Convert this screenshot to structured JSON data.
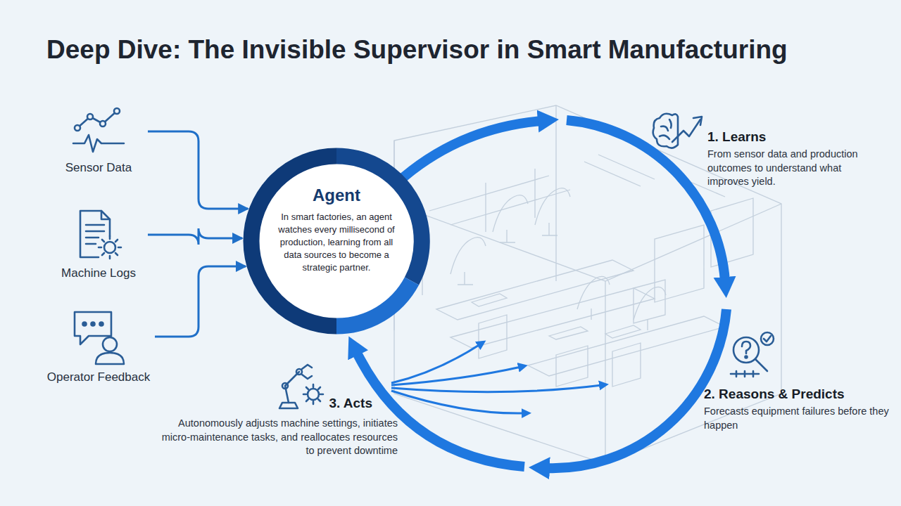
{
  "diagram": {
    "title": "Deep Dive: The Invisible Supervisor in Smart Manufacturing",
    "nodes": [
      {
        "text": [
          "Sensor Data"
        ]
      },
      {
        "text": [
          "Machine Logs"
        ]
      },
      {
        "text": [
          "Operator Feedback"
        ]
      },
      {
        "text": [
          "Agent",
          "In smart factories, an agent watches every millisecond of production, learning from all data sources to become a strategic partner."
        ]
      },
      {
        "text": [
          "1. Learns",
          "From sensor data and production outcomes to understand what improves yield."
        ]
      },
      {
        "text": [
          "2. Reasons & Predicts",
          "Forecasts equipment failures before they happen"
        ]
      },
      {
        "text": [
          "3. Acts",
          "Autonomously adjusts machine settings, initiates micro-maintenance tasks, and reallocates resources to prevent downtime"
        ]
      }
    ],
    "edges": [
      {
        "from": 0,
        "to": 3,
        "arrow": "to"
      },
      {
        "from": 1,
        "to": 3,
        "arrow": "to"
      },
      {
        "from": 2,
        "to": 3,
        "arrow": "to"
      }
    ]
  }
}
